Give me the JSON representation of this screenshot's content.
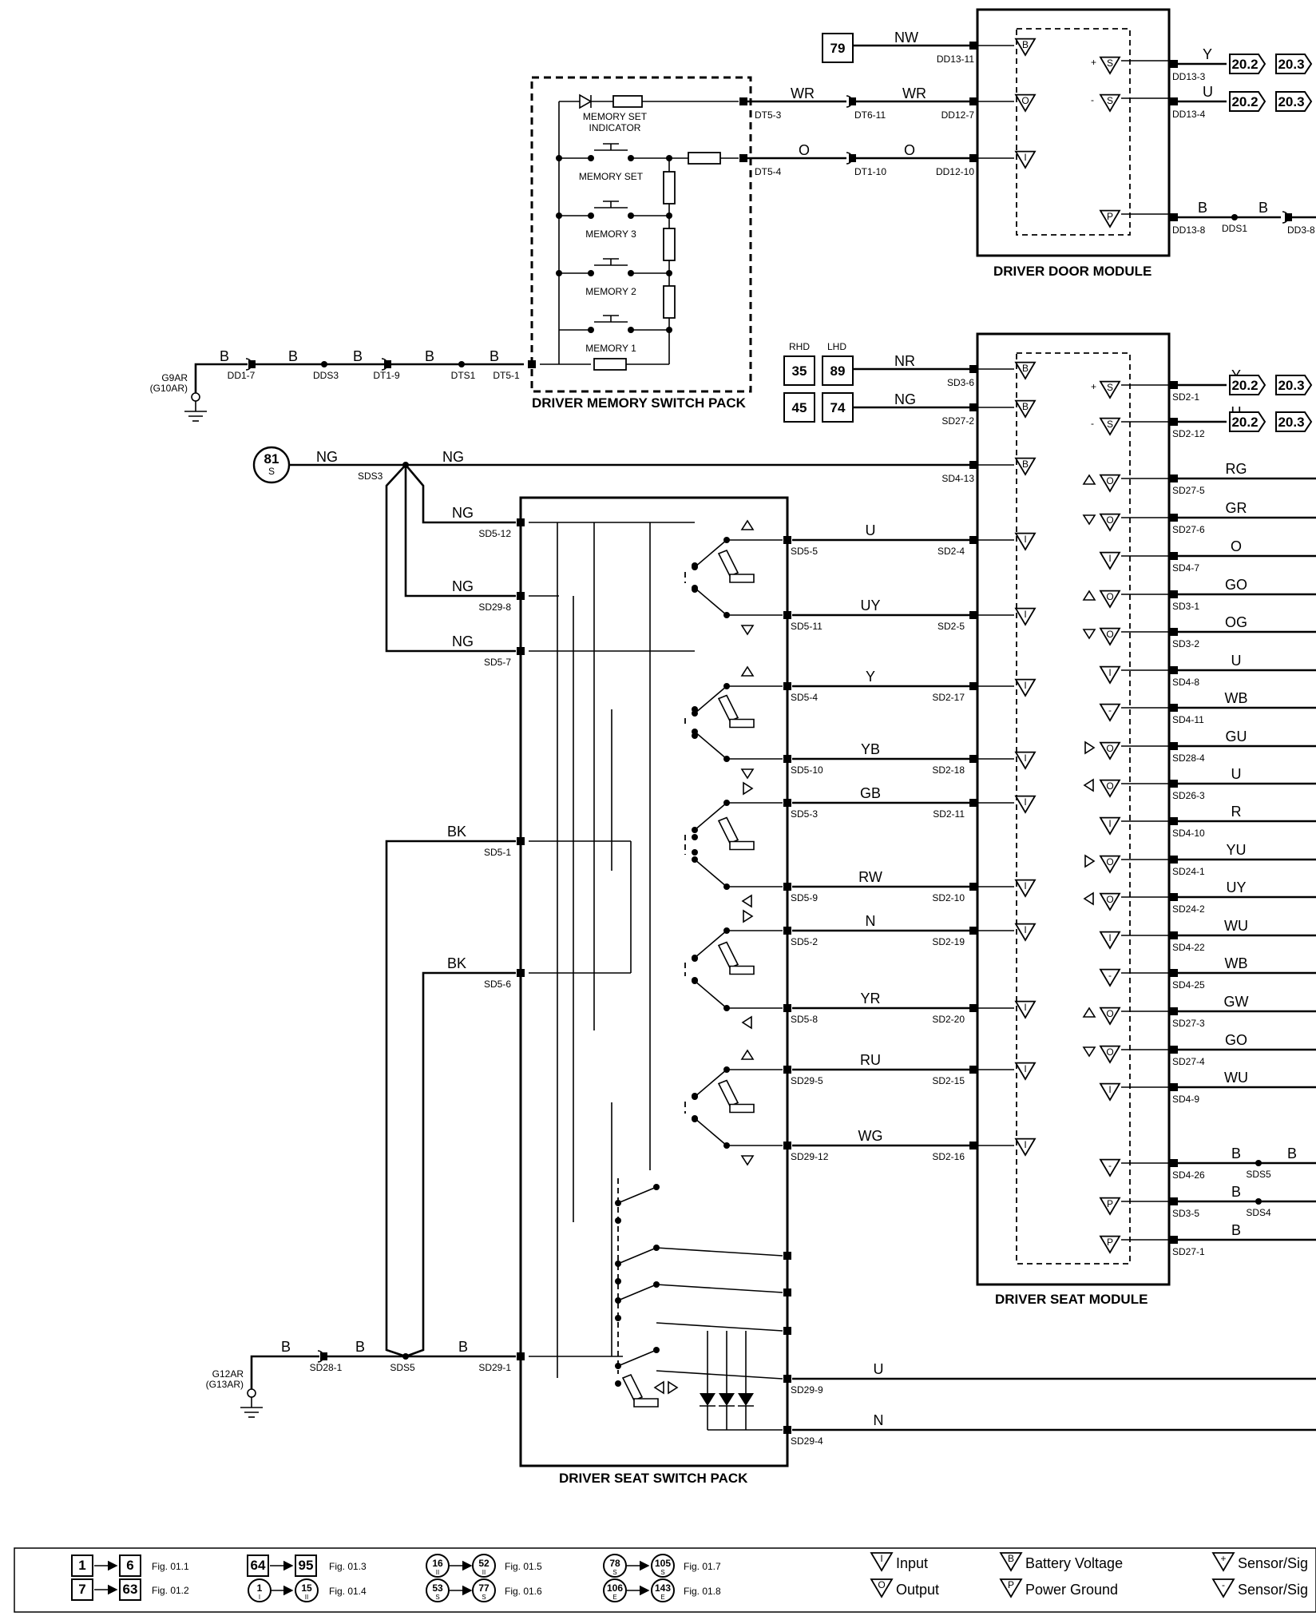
{
  "modules": {
    "door": {
      "title": "DRIVER DOOR MODULE"
    },
    "seat": {
      "title": "DRIVER SEAT MODULE"
    },
    "memory_pack": {
      "title": "DRIVER MEMORY SWITCH PACK"
    },
    "seat_pack": {
      "title": "DRIVER SEAT SWITCH PACK"
    }
  },
  "memory_switches": [
    {
      "label": "MEMORY SET\nINDICATOR"
    },
    {
      "label": "MEMORY SET"
    },
    {
      "label": "MEMORY 3"
    },
    {
      "label": "MEMORY 2"
    },
    {
      "label": "MEMORY 1"
    }
  ],
  "refs": {
    "r79": "79",
    "r35": "35",
    "r89": "89",
    "r45": "45",
    "r74": "74",
    "rhd": "RHD",
    "lhd": "LHD",
    "s81": "81",
    "s81sub": "S",
    "out_a": "20.2",
    "out_b": "20.3"
  },
  "grounds": [
    {
      "label": "G9AR\n(G10AR)"
    },
    {
      "label": "G12AR\n(G13AR)"
    }
  ],
  "top_wires": [
    {
      "color": "B",
      "c": "DD1-7"
    },
    {
      "color": "B",
      "c": "DDS3"
    },
    {
      "color": "B",
      "c": "DT1-9"
    },
    {
      "color": "B",
      "c": "DTS1"
    },
    {
      "color": "B",
      "c": "DT5-1"
    }
  ],
  "door_in": [
    {
      "color": "NW",
      "c": "DD13-11"
    },
    {
      "color": "WR",
      "c1": "DT5-3",
      "c2": "DT6-11",
      "c": "DD12-7",
      "color2": "WR"
    },
    {
      "color": "O",
      "c1": "DT5-4",
      "c2": "DT1-10",
      "c": "DD12-10",
      "color2": "O"
    }
  ],
  "door_out": [
    {
      "color": "Y",
      "c": "DD13-3"
    },
    {
      "color": "U",
      "c": "DD13-4"
    },
    {
      "color": "B",
      "c": "DD13-8",
      "s": "DDS1",
      "color2": "B",
      "c2": "DD3-8"
    }
  ],
  "seat_in": [
    {
      "color": "NR",
      "c": "SD3-6"
    },
    {
      "color": "NG",
      "c": "SD27-2"
    },
    {
      "color": "NG",
      "c": "SD4-13",
      "s": "SDS3",
      "color0": "NG"
    }
  ],
  "ng_branches": [
    {
      "color": "NG",
      "c": "SD5-12"
    },
    {
      "color": "NG",
      "c": "SD29-8"
    },
    {
      "color": "NG",
      "c": "SD5-7"
    }
  ],
  "bk_wires": [
    {
      "color": "BK",
      "c": "SD5-1"
    },
    {
      "color": "BK",
      "c": "SD5-6"
    }
  ],
  "bottom_ground": {
    "color1": "B",
    "c1": "SD28-1",
    "color2": "B",
    "s": "SDS5",
    "color3": "B",
    "c3": "SD29-1"
  },
  "pack_to_module": [
    {
      "color": "U",
      "p": "SD5-5",
      "m": "SD2-4"
    },
    {
      "color": "UY",
      "p": "SD5-11",
      "m": "SD2-5"
    },
    {
      "color": "Y",
      "p": "SD5-4",
      "m": "SD2-17"
    },
    {
      "color": "YB",
      "p": "SD5-10",
      "m": "SD2-18"
    },
    {
      "color": "GB",
      "p": "SD5-3",
      "m": "SD2-11"
    },
    {
      "color": "RW",
      "p": "SD5-9",
      "m": "SD2-10"
    },
    {
      "color": "N",
      "p": "SD5-2",
      "m": "SD2-19"
    },
    {
      "color": "YR",
      "p": "SD5-8",
      "m": "SD2-20"
    },
    {
      "color": "RU",
      "p": "SD29-5",
      "m": "SD2-15"
    },
    {
      "color": "WG",
      "p": "SD29-12",
      "m": "SD2-16"
    }
  ],
  "pack_out": [
    {
      "color": "U",
      "c": "SD29-9"
    },
    {
      "color": "N",
      "c": "SD29-4"
    }
  ],
  "seat_out": [
    {
      "color": "Y",
      "c": "SD2-1"
    },
    {
      "color": "U",
      "c": "SD2-12"
    },
    {
      "color": "RG",
      "c": "SD27-5"
    },
    {
      "color": "GR",
      "c": "SD27-6"
    },
    {
      "color": "O",
      "c": "SD4-7"
    },
    {
      "color": "GO",
      "c": "SD3-1"
    },
    {
      "color": "OG",
      "c": "SD3-2"
    },
    {
      "color": "U",
      "c": "SD4-8"
    },
    {
      "color": "WB",
      "c": "SD4-11"
    },
    {
      "color": "GU",
      "c": "SD28-4"
    },
    {
      "color": "U",
      "c": "SD26-3"
    },
    {
      "color": "R",
      "c": "SD4-10"
    },
    {
      "color": "YU",
      "c": "SD24-1"
    },
    {
      "color": "UY",
      "c": "SD24-2"
    },
    {
      "color": "WU",
      "c": "SD4-22"
    },
    {
      "color": "WB",
      "c": "SD4-25"
    },
    {
      "color": "GW",
      "c": "SD27-3"
    },
    {
      "color": "GO",
      "c": "SD27-4"
    },
    {
      "color": "WU",
      "c": "SD4-9"
    },
    {
      "color": "B",
      "c": "SD4-26",
      "s": "SDS5",
      "color2": "B"
    },
    {
      "color": "B",
      "c": "SD3-5",
      "s": "SDS4"
    },
    {
      "color": "B",
      "c": "SD27-1"
    }
  ],
  "legend": {
    "items": [
      {
        "a": "1",
        "b": "6",
        "fig": "Fig. 01.1"
      },
      {
        "a": "7",
        "b": "63",
        "fig": "Fig. 01.2"
      },
      {
        "a": "64",
        "b": "95",
        "fig": "Fig. 01.3"
      },
      {
        "a": "1",
        "b": "15",
        "fig": "Fig. 01.4",
        "sa": "I",
        "sb": "II"
      },
      {
        "a": "16",
        "b": "52",
        "fig": "Fig. 01.5",
        "sa": "II",
        "sb": "II"
      },
      {
        "a": "53",
        "b": "77",
        "fig": "Fig. 01.6",
        "sa": "S",
        "sb": "S"
      },
      {
        "a": "78",
        "b": "105",
        "fig": "Fig. 01.7",
        "sa": "S",
        "sb": "S"
      },
      {
        "a": "106",
        "b": "143",
        "fig": "Fig. 01.8",
        "sa": "E",
        "sb": "E"
      }
    ],
    "symbols": [
      "Input",
      "Output",
      "Battery Voltage",
      "Power Ground",
      "Sensor/Sig",
      "Sensor/Sig"
    ],
    "sym_chars": [
      "I",
      "O",
      "B",
      "P",
      "+",
      "-"
    ]
  }
}
